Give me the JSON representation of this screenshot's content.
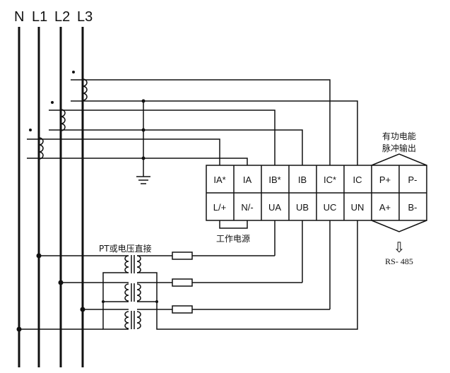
{
  "bus_labels": [
    "N",
    "L1",
    "L2",
    "L3"
  ],
  "terminals_top": [
    "IA*",
    "IA",
    "IB*",
    "IB",
    "IC*",
    "IC",
    "P+",
    "P-"
  ],
  "terminals_bottom": [
    "L/+",
    "N/-",
    "UA",
    "UB",
    "UC",
    "UN",
    "A+",
    "B-"
  ],
  "pulse_label_line1": "有功电能",
  "pulse_label_line2": "脉冲输出",
  "power_label": "工作电源",
  "pt_label": "PT或电压直接",
  "rs485_label": "RS- 485",
  "arrow_glyph": "⇩"
}
